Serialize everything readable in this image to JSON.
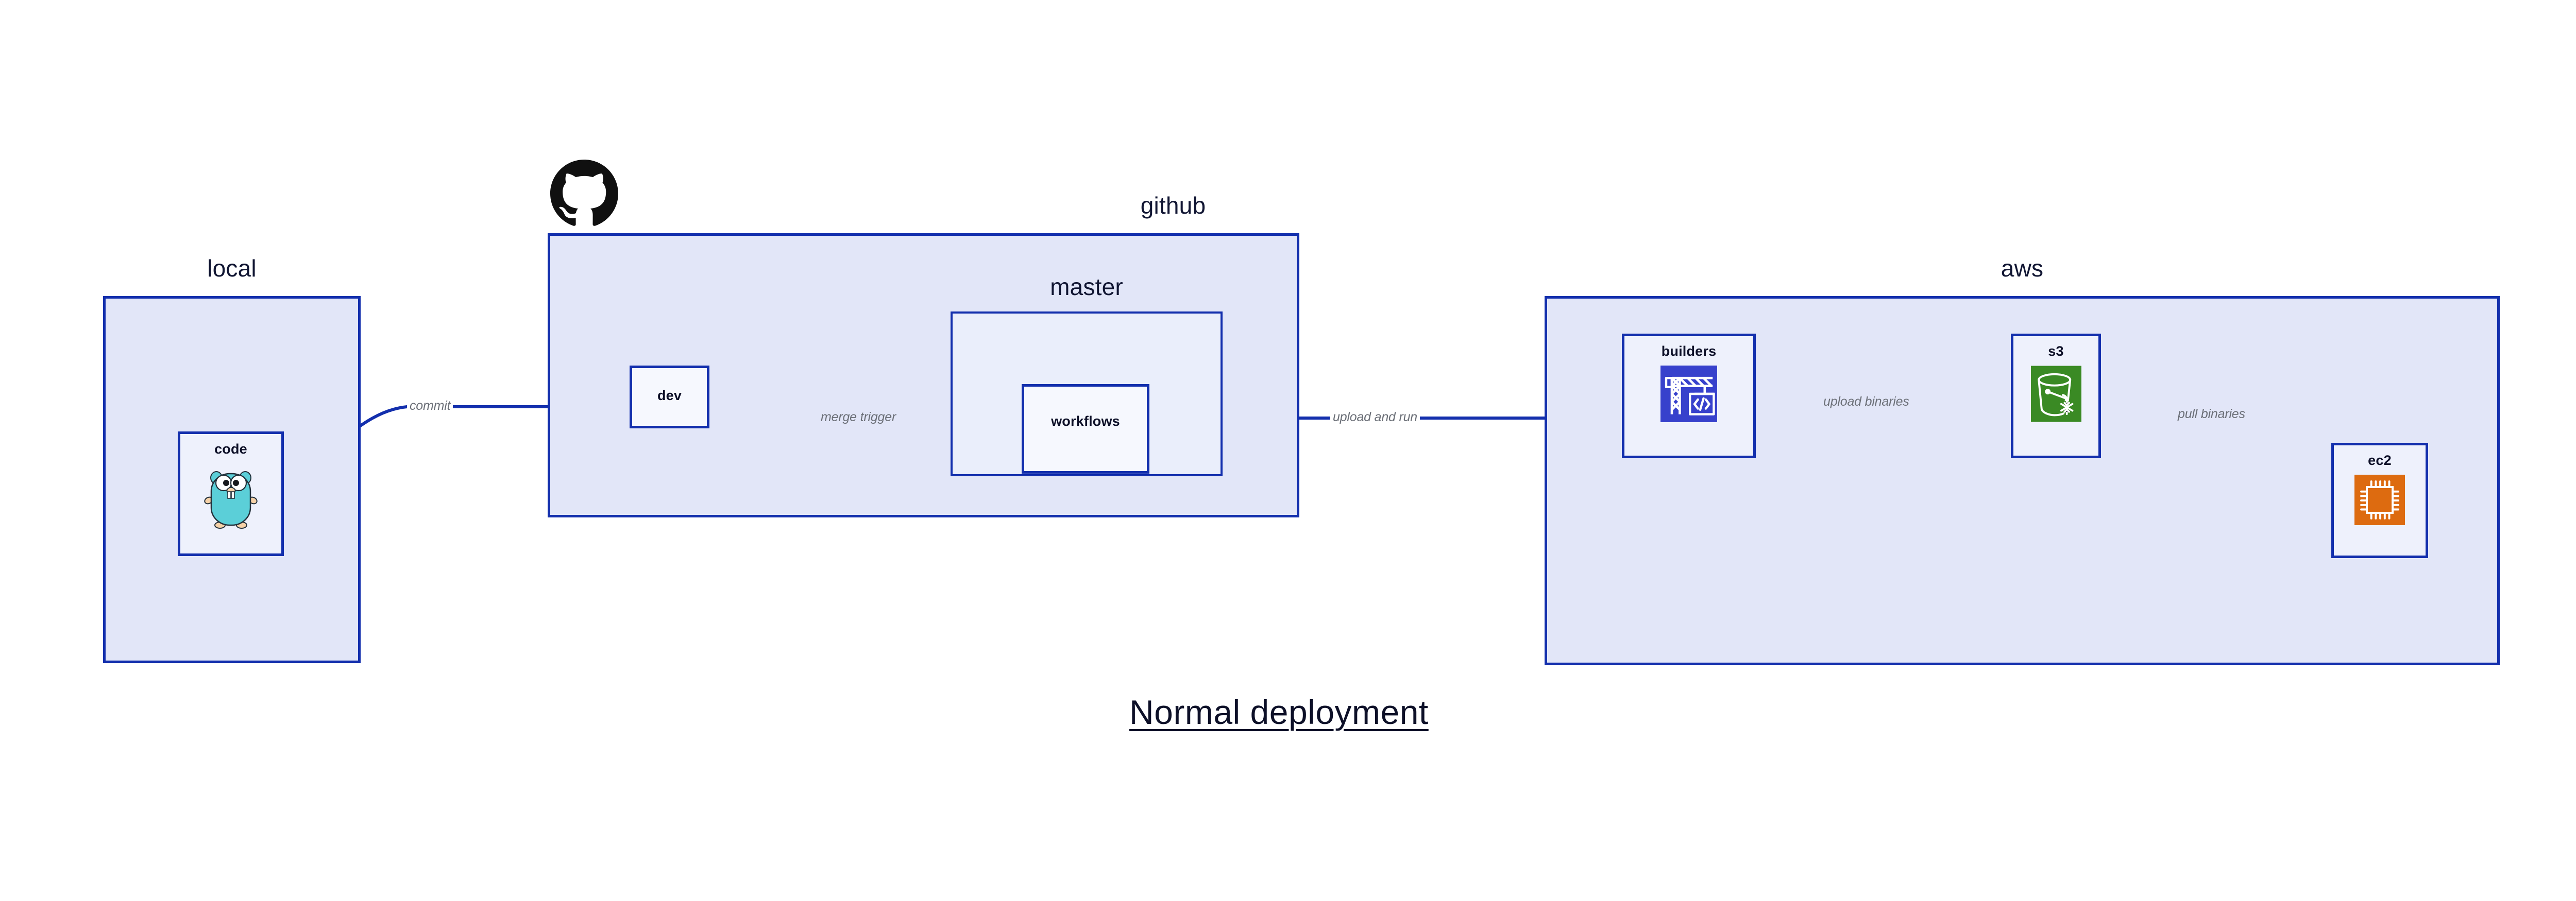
{
  "diagram": {
    "title": "Normal deployment",
    "palette": {
      "group_fill": "#e2e6f8",
      "group_border": "#132fad",
      "node_fill": "#eef1fc",
      "node_fill_light": "#f6f8fe",
      "edge_stroke": "#132fad",
      "edge_label_color": "#6b6f77",
      "title_color": "#0d1028",
      "gopher_cyan": "#5bcfd8",
      "builders_blue": "#3741cc",
      "s3_green": "#3a8a24",
      "ec2_orange": "#dd6b10",
      "github_black": "#101010"
    },
    "groups": [
      {
        "id": "local",
        "label": "local"
      },
      {
        "id": "github",
        "label": "github"
      },
      {
        "id": "master",
        "label": "master"
      },
      {
        "id": "aws",
        "label": "aws"
      }
    ],
    "nodes": [
      {
        "id": "code",
        "label": "code",
        "icon": "go-gopher-icon",
        "group": "local"
      },
      {
        "id": "dev",
        "label": "dev",
        "icon": null,
        "group": "github"
      },
      {
        "id": "workflows",
        "label": "workflows",
        "icon": null,
        "group": "master"
      },
      {
        "id": "builders",
        "label": "builders",
        "icon": "aws-codebuild-crane-icon",
        "group": "aws"
      },
      {
        "id": "s3",
        "label": "s3",
        "icon": "aws-s3-bucket-icon",
        "group": "aws"
      },
      {
        "id": "ec2",
        "label": "ec2",
        "icon": "aws-ec2-chip-icon",
        "group": "aws"
      }
    ],
    "edges": [
      {
        "id": "e1",
        "from": "code",
        "to": "dev",
        "label": "commit"
      },
      {
        "id": "e2",
        "from": "dev",
        "to": "workflows",
        "label": "merge trigger"
      },
      {
        "id": "e3",
        "from": "workflows",
        "to": "builders",
        "label": "upload and run"
      },
      {
        "id": "e4",
        "from": "builders",
        "to": "s3",
        "label": "upload binaries"
      },
      {
        "id": "e5",
        "from": "s3",
        "to": "ec2",
        "label": "pull binaries"
      }
    ],
    "decorations": [
      {
        "id": "github-mark",
        "icon": "github-octocat-icon",
        "attached_to": "github"
      }
    ]
  }
}
